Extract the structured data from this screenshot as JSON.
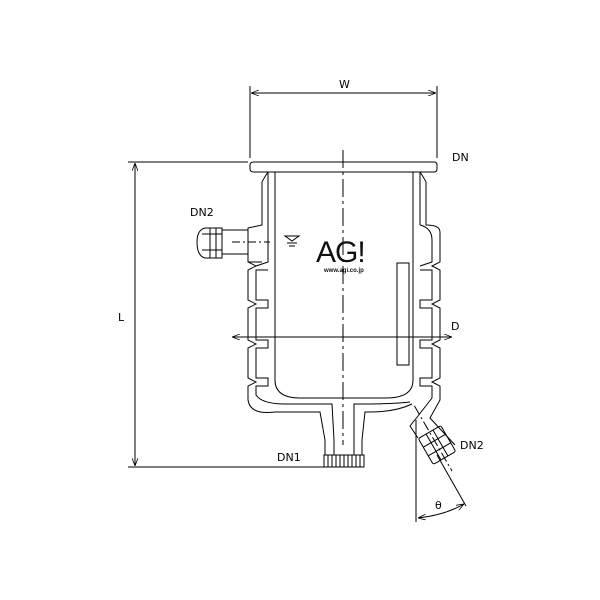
{
  "labels": {
    "width": "W",
    "flange": "DN",
    "side_inlet": "DN2",
    "length": "L",
    "diameter": "D",
    "bottom_outlet": "DN1",
    "angled_outlet": "DN2",
    "angle": "θ"
  },
  "logo": {
    "text": "AG!",
    "url": "www.agi.co.jp"
  },
  "colors": {
    "line": "#000000",
    "background": "#ffffff"
  }
}
